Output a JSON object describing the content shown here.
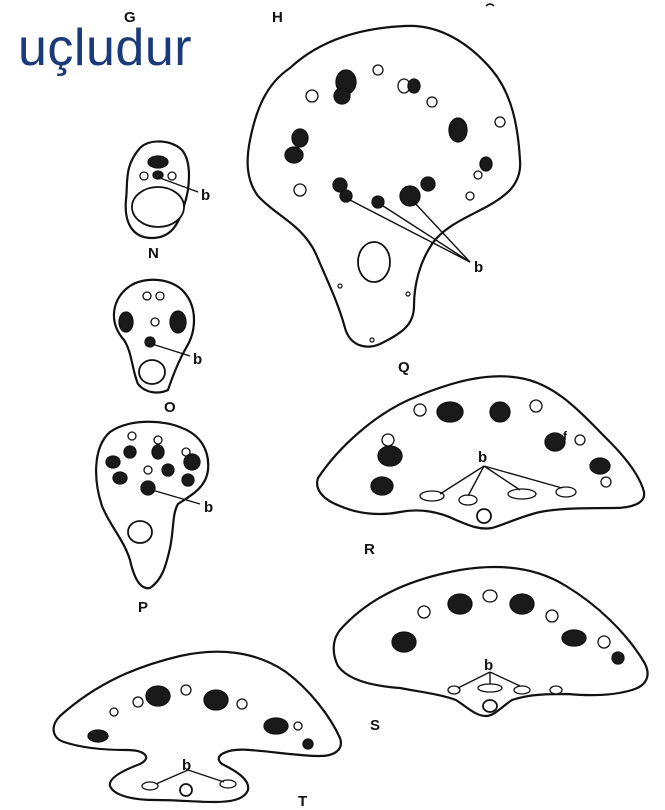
{
  "heading": {
    "text": "uçludur",
    "color": "#1b3a7a"
  },
  "corner_labels": {
    "left": "G",
    "right": "H"
  },
  "bundle_label": "b",
  "section_labels": [
    "N",
    "O",
    "P",
    "Q",
    "R",
    "S",
    "T"
  ],
  "extra_label": "f",
  "colors": {
    "ink": "#111111",
    "background": "#ffffff"
  }
}
